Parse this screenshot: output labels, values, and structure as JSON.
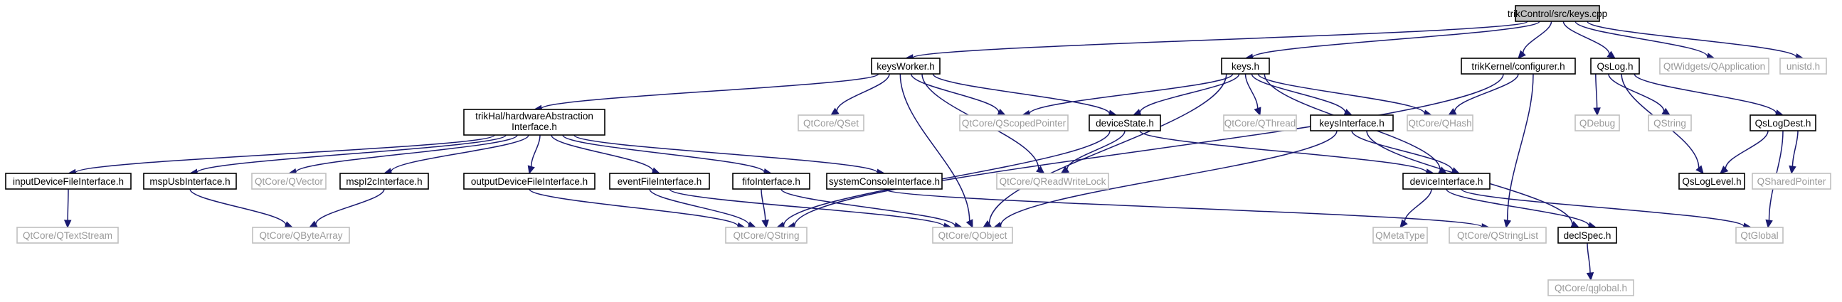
{
  "graph": {
    "nodes": [
      {
        "id": "keys_cpp",
        "label": [
          "trikControl/src/keys.cpp"
        ],
        "kind": "root"
      },
      {
        "id": "keysWorker_h",
        "label": [
          "keysWorker.h"
        ],
        "kind": "local"
      },
      {
        "id": "keys_h",
        "label": [
          "keys.h"
        ],
        "kind": "local"
      },
      {
        "id": "configurer_h",
        "label": [
          "trikKernel/configurer.h"
        ],
        "kind": "local"
      },
      {
        "id": "QsLog_h",
        "label": [
          "QsLog.h"
        ],
        "kind": "local"
      },
      {
        "id": "QApplication",
        "label": [
          "QtWidgets/QApplication"
        ],
        "kind": "sys"
      },
      {
        "id": "unistd_h",
        "label": [
          "unistd.h"
        ],
        "kind": "sys"
      },
      {
        "id": "hwAbstraction_h",
        "label": [
          "trikHal/hardwareAbstraction",
          "Interface.h"
        ],
        "kind": "local"
      },
      {
        "id": "QSet",
        "label": [
          "QtCore/QSet"
        ],
        "kind": "sys"
      },
      {
        "id": "QScopedPointer",
        "label": [
          "QtCore/QScopedPointer"
        ],
        "kind": "sys"
      },
      {
        "id": "deviceState_h",
        "label": [
          "deviceState.h"
        ],
        "kind": "local"
      },
      {
        "id": "QThread",
        "label": [
          "QtCore/QThread"
        ],
        "kind": "sys"
      },
      {
        "id": "keysInterface_h",
        "label": [
          "keysInterface.h"
        ],
        "kind": "local"
      },
      {
        "id": "QHash",
        "label": [
          "QtCore/QHash"
        ],
        "kind": "sys"
      },
      {
        "id": "QDebug",
        "label": [
          "QDebug"
        ],
        "kind": "sys"
      },
      {
        "id": "QString_plain",
        "label": [
          "QString"
        ],
        "kind": "sys"
      },
      {
        "id": "QsLogDest_h",
        "label": [
          "QsLogDest.h"
        ],
        "kind": "local"
      },
      {
        "id": "inputDeviceFile_h",
        "label": [
          "inputDeviceFileInterface.h"
        ],
        "kind": "local"
      },
      {
        "id": "mspUsb_h",
        "label": [
          "mspUsbInterface.h"
        ],
        "kind": "local"
      },
      {
        "id": "QVector",
        "label": [
          "QtCore/QVector"
        ],
        "kind": "sys"
      },
      {
        "id": "mspI2c_h",
        "label": [
          "mspI2cInterface.h"
        ],
        "kind": "local"
      },
      {
        "id": "outputDeviceFile_h",
        "label": [
          "outputDeviceFileInterface.h"
        ],
        "kind": "local"
      },
      {
        "id": "eventFile_h",
        "label": [
          "eventFileInterface.h"
        ],
        "kind": "local"
      },
      {
        "id": "fifo_h",
        "label": [
          "fifoInterface.h"
        ],
        "kind": "local"
      },
      {
        "id": "systemConsole_h",
        "label": [
          "systemConsoleInterface.h"
        ],
        "kind": "local"
      },
      {
        "id": "QReadWriteLock",
        "label": [
          "QtCore/QReadWriteLock"
        ],
        "kind": "sys"
      },
      {
        "id": "deviceInterface_h",
        "label": [
          "deviceInterface.h"
        ],
        "kind": "local"
      },
      {
        "id": "QsLogLevel_h",
        "label": [
          "QsLogLevel.h"
        ],
        "kind": "local"
      },
      {
        "id": "QSharedPointer",
        "label": [
          "QSharedPointer"
        ],
        "kind": "sys"
      },
      {
        "id": "QTextStream",
        "label": [
          "QtCore/QTextStream"
        ],
        "kind": "sys"
      },
      {
        "id": "QByteArray",
        "label": [
          "QtCore/QByteArray"
        ],
        "kind": "sys"
      },
      {
        "id": "QtCore_QString",
        "label": [
          "QtCore/QString"
        ],
        "kind": "sys"
      },
      {
        "id": "QObject",
        "label": [
          "QtCore/QObject"
        ],
        "kind": "sys"
      },
      {
        "id": "QMetaType",
        "label": [
          "QMetaType"
        ],
        "kind": "sys"
      },
      {
        "id": "QStringList",
        "label": [
          "QtCore/QStringList"
        ],
        "kind": "sys"
      },
      {
        "id": "declSpec_h",
        "label": [
          "declSpec.h"
        ],
        "kind": "local"
      },
      {
        "id": "QGlobal",
        "label": [
          "QtGlobal"
        ],
        "kind": "sys"
      },
      {
        "id": "qglobal_h",
        "label": [
          "QtCore/qglobal.h"
        ],
        "kind": "sys"
      }
    ],
    "edges": [
      [
        "keys_cpp",
        "keysWorker_h"
      ],
      [
        "keys_cpp",
        "keys_h"
      ],
      [
        "keys_cpp",
        "configurer_h"
      ],
      [
        "keys_cpp",
        "QsLog_h"
      ],
      [
        "keys_cpp",
        "QApplication"
      ],
      [
        "keys_cpp",
        "unistd_h"
      ],
      [
        "keysWorker_h",
        "hwAbstraction_h"
      ],
      [
        "keysWorker_h",
        "QSet"
      ],
      [
        "keysWorker_h",
        "QScopedPointer"
      ],
      [
        "keysWorker_h",
        "deviceState_h"
      ],
      [
        "keysWorker_h",
        "QReadWriteLock"
      ],
      [
        "keysWorker_h",
        "QObject"
      ],
      [
        "keys_h",
        "QScopedPointer"
      ],
      [
        "keys_h",
        "deviceState_h"
      ],
      [
        "keys_h",
        "QThread"
      ],
      [
        "keys_h",
        "keysInterface_h"
      ],
      [
        "keys_h",
        "QHash"
      ],
      [
        "keys_h",
        "QObject"
      ],
      [
        "keys_h",
        "deviceInterface_h"
      ],
      [
        "configurer_h",
        "QHash"
      ],
      [
        "configurer_h",
        "QtCore_QString"
      ],
      [
        "configurer_h",
        "QStringList"
      ],
      [
        "QsLog_h",
        "QDebug"
      ],
      [
        "QsLog_h",
        "QString_plain"
      ],
      [
        "QsLog_h",
        "QsLogDest_h"
      ],
      [
        "QsLog_h",
        "QsLogLevel_h"
      ],
      [
        "QsLogDest_h",
        "QsLogLevel_h"
      ],
      [
        "QsLogDest_h",
        "QSharedPointer"
      ],
      [
        "QsLogDest_h",
        "QGlobal"
      ],
      [
        "hwAbstraction_h",
        "inputDeviceFile_h"
      ],
      [
        "hwAbstraction_h",
        "mspUsb_h"
      ],
      [
        "hwAbstraction_h",
        "QVector"
      ],
      [
        "hwAbstraction_h",
        "mspI2c_h"
      ],
      [
        "hwAbstraction_h",
        "outputDeviceFile_h"
      ],
      [
        "hwAbstraction_h",
        "eventFile_h"
      ],
      [
        "hwAbstraction_h",
        "fifo_h"
      ],
      [
        "hwAbstraction_h",
        "systemConsole_h"
      ],
      [
        "deviceState_h",
        "QReadWriteLock"
      ],
      [
        "deviceState_h",
        "QtCore_QString"
      ],
      [
        "deviceState_h",
        "deviceInterface_h"
      ],
      [
        "keysInterface_h",
        "deviceInterface_h"
      ],
      [
        "keysInterface_h",
        "QObject"
      ],
      [
        "keysInterface_h",
        "declSpec_h"
      ],
      [
        "inputDeviceFile_h",
        "QTextStream"
      ],
      [
        "mspUsb_h",
        "QByteArray"
      ],
      [
        "mspI2c_h",
        "QByteArray"
      ],
      [
        "outputDeviceFile_h",
        "QtCore_QString"
      ],
      [
        "eventFile_h",
        "QtCore_QString"
      ],
      [
        "eventFile_h",
        "QObject"
      ],
      [
        "fifo_h",
        "QtCore_QString"
      ],
      [
        "fifo_h",
        "QObject"
      ],
      [
        "systemConsole_h",
        "QStringList"
      ],
      [
        "deviceInterface_h",
        "QMetaType"
      ],
      [
        "deviceInterface_h",
        "declSpec_h"
      ],
      [
        "deviceInterface_h",
        "QGlobal"
      ],
      [
        "declSpec_h",
        "qglobal_h"
      ]
    ]
  }
}
